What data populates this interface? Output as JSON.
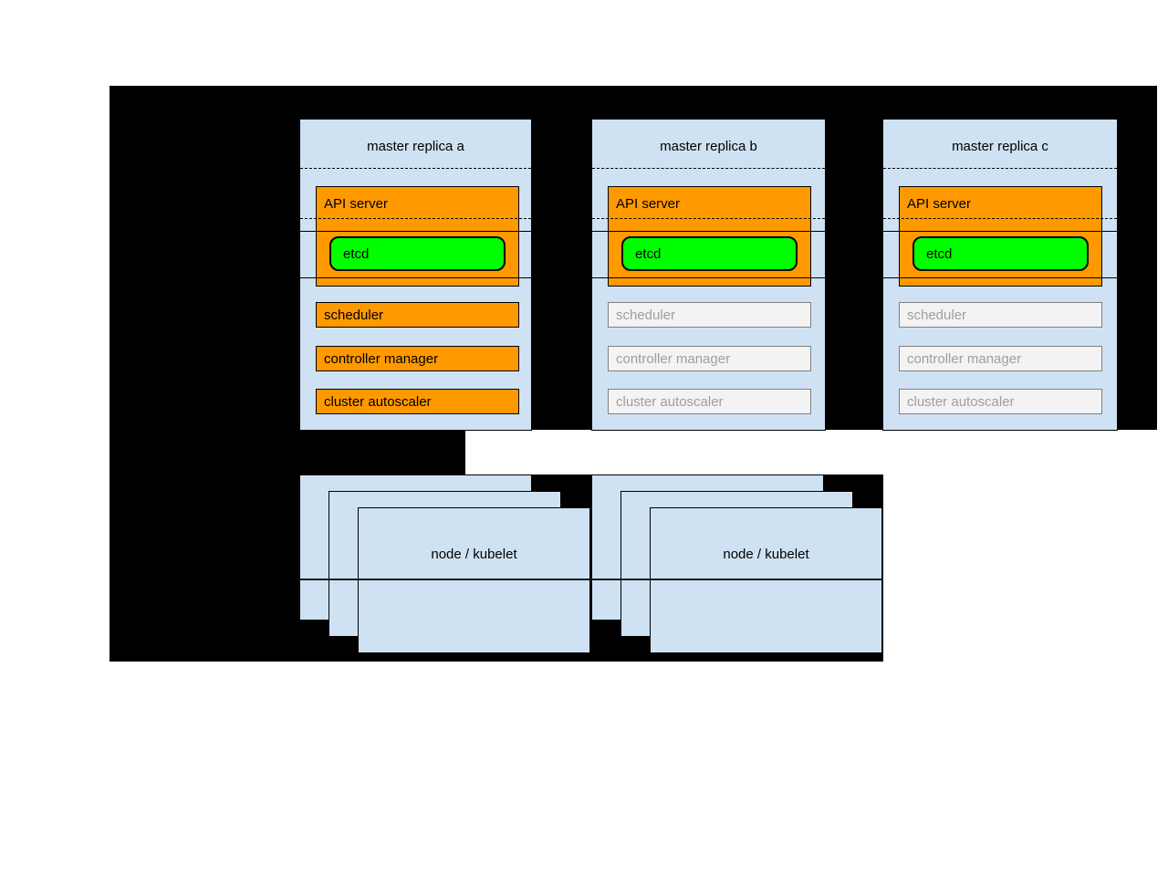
{
  "colors": {
    "background": "#000000",
    "panel_blue": "#cfe2f3",
    "active_orange": "#ff9900",
    "etcd_green": "#00ff00",
    "standby_fill": "#f3f3f3",
    "standby_text": "#9e9e9e"
  },
  "masters": [
    {
      "title": "master replica a",
      "state": "active",
      "api_server_label": "API server",
      "etcd_label": "etcd",
      "scheduler_label": "scheduler",
      "controller_manager_label": "controller manager",
      "cluster_autoscaler_label": "cluster autoscaler"
    },
    {
      "title": "master replica b",
      "state": "standby",
      "api_server_label": "API server",
      "etcd_label": "etcd",
      "scheduler_label": "scheduler",
      "controller_manager_label": "controller manager",
      "cluster_autoscaler_label": "cluster autoscaler"
    },
    {
      "title": "master replica c",
      "state": "standby",
      "api_server_label": "API server",
      "etcd_label": "etcd",
      "scheduler_label": "scheduler",
      "controller_manager_label": "controller manager",
      "cluster_autoscaler_label": "cluster autoscaler"
    }
  ],
  "node_groups": [
    {
      "label": "node / kubelet"
    },
    {
      "label": "node / kubelet"
    }
  ]
}
